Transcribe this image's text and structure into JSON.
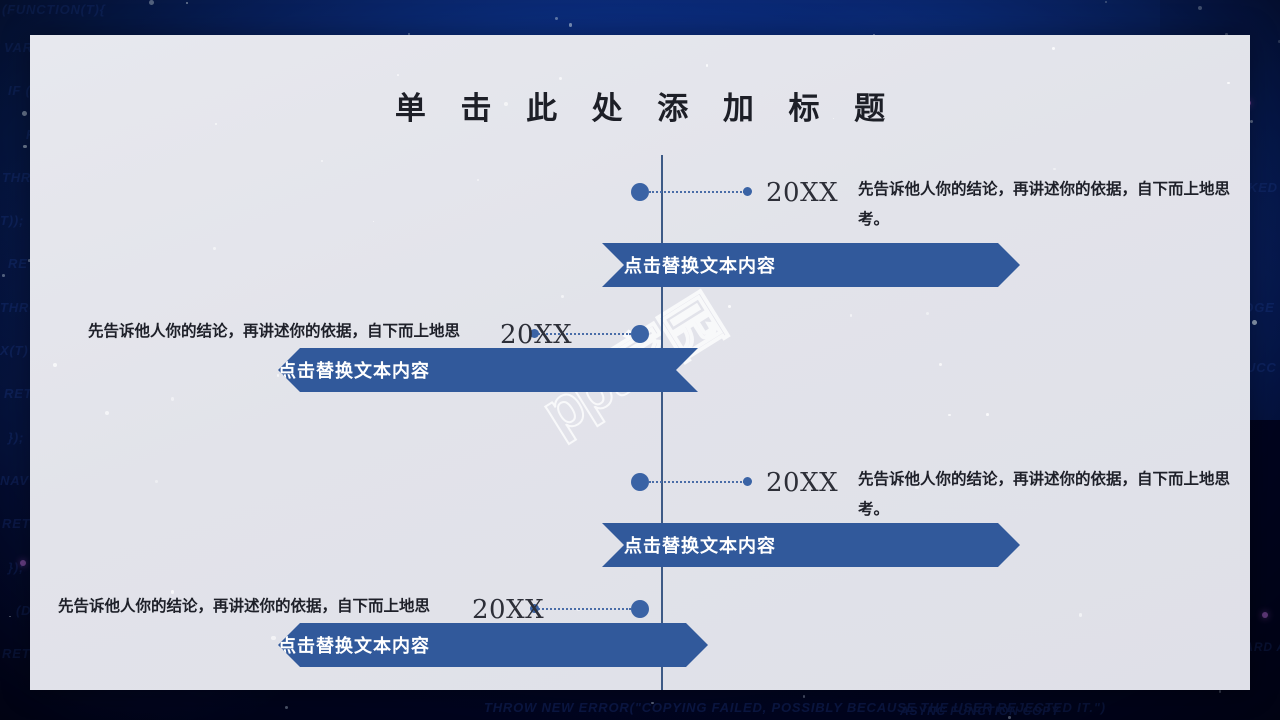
{
  "slide": {
    "title": "单 击 此 处 添 加 标 题",
    "watermark": "ppt家园",
    "accent_color": "#31599b",
    "axis_color": "#3d5a86",
    "card_background": "#e2e3ea",
    "background_color": "#02062a"
  },
  "timeline": {
    "items": [
      {
        "id": 1,
        "side": "right",
        "year": "20XX",
        "paragraph": "先告诉他人你的结论，再讲述你的依据，自下而上地思考。",
        "banner_label": "点击替换文本内容"
      },
      {
        "id": 2,
        "side": "left",
        "year": "20XX",
        "paragraph": "先告诉他人你的结论，再讲述你的依据，自下而上地思考。",
        "banner_label": "点击替换文本内容"
      },
      {
        "id": 3,
        "side": "right",
        "year": "20XX",
        "paragraph": "先告诉他人你的结论，再讲述你的依据，自下而上地思考。",
        "banner_label": "点击替换文本内容"
      },
      {
        "id": 4,
        "side": "left",
        "year": "20XX",
        "paragraph": "先告诉他人你的结论，再讲述你的依据，自下而上地思考。",
        "banner_label": "点击替换文本内容"
      }
    ]
  },
  "background_code": {
    "lines": [
      "(FUNCTION(T){",
      "VAR E",
      "IF (",
      "R",
      "THROW",
      "T));",
      "RE",
      "THROW",
      "X(T)",
      "RETURN",
      "});",
      "NAV",
      "RETURN",
      "});",
      "(DO",
      "RETURN",
      "THROW NEW ERROR(\"COPYING FAILED, POSSIBLY BECAUSE THE USER REJECTED IT.\")",
      "KED",
      "DGE",
      "UCC",
      "O CLIPBOARD API IS NOT SUPPORTED",
      "ASYNC FUNCTION COPY"
    ]
  }
}
